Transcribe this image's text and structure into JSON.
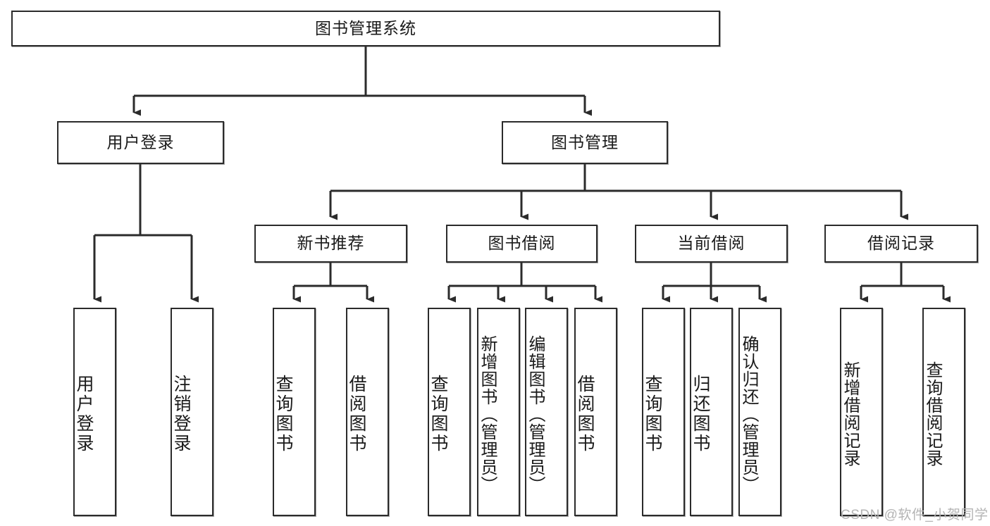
{
  "diagram": {
    "title": "图书管理系统",
    "type": "tree-hierarchy",
    "watermark": "CSDN @软件_小贺同学",
    "colors": {
      "stroke": "#2b2b2b",
      "fill": "#ffffff",
      "text": "#1a1a1a",
      "watermark": "#b4b4b4"
    },
    "nodes": {
      "root": {
        "label": "图书管理系统"
      },
      "level2": [
        {
          "label": "用户登录"
        },
        {
          "label": "图书管理"
        }
      ],
      "level3": [
        {
          "label": "新书推荐"
        },
        {
          "label": "图书借阅"
        },
        {
          "label": "当前借阅"
        },
        {
          "label": "借阅记录"
        }
      ],
      "leaves_user_login": [
        {
          "label": "用户登录"
        },
        {
          "label": "注销登录"
        }
      ],
      "leaves_new_book": [
        {
          "label": "查询图书"
        },
        {
          "label": "借阅图书"
        }
      ],
      "leaves_borrow": [
        {
          "label": "查询图书"
        },
        {
          "label": "新增图书（管理员）"
        },
        {
          "label": "编辑图书（管理员）"
        },
        {
          "label": "借阅图书"
        }
      ],
      "leaves_current": [
        {
          "label": "查询图书"
        },
        {
          "label": "归还图书"
        },
        {
          "label": "确认归还（管理员）"
        }
      ],
      "leaves_records": [
        {
          "label": "新增借阅记录"
        },
        {
          "label": "查询借阅记录"
        }
      ]
    }
  }
}
